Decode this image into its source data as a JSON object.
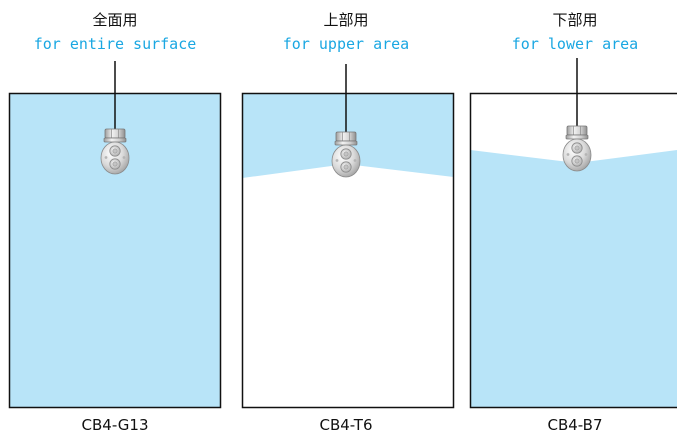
{
  "colors": {
    "spray": "#b8e4f8",
    "english_text": "#1aa7e2",
    "frame": "#111111"
  },
  "panels": [
    {
      "jp_title": "全面用",
      "en_title": "for entire surface",
      "model": "CB4-G13",
      "coverage": "entire-surface",
      "icon": "spray-nozzle-icon"
    },
    {
      "jp_title": "上部用",
      "en_title": "for upper area",
      "model": "CB4-T6",
      "coverage": "upper-area",
      "icon": "spray-nozzle-icon"
    },
    {
      "jp_title": "下部用",
      "en_title": "for lower area",
      "model": "CB4-B7",
      "coverage": "lower-area",
      "icon": "spray-nozzle-icon"
    }
  ]
}
